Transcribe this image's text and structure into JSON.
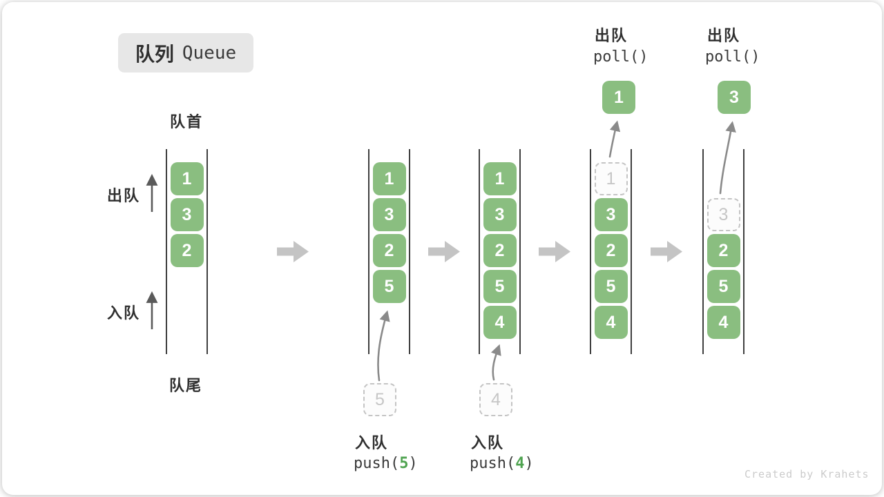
{
  "title": {
    "zh": "队列",
    "en": "Queue"
  },
  "side_labels": {
    "front": "队首",
    "rear": "队尾",
    "dequeue": "出队",
    "enqueue": "入队"
  },
  "queues": [
    {
      "name": "initial",
      "slots": [
        {
          "kind": "solid",
          "value": "1"
        },
        {
          "kind": "solid",
          "value": "3"
        },
        {
          "kind": "solid",
          "value": "2"
        }
      ]
    },
    {
      "name": "after-push-5",
      "slots": [
        {
          "kind": "solid",
          "value": "1"
        },
        {
          "kind": "solid",
          "value": "3"
        },
        {
          "kind": "solid",
          "value": "2"
        },
        {
          "kind": "solid",
          "value": "5"
        }
      ]
    },
    {
      "name": "after-push-4",
      "slots": [
        {
          "kind": "solid",
          "value": "1"
        },
        {
          "kind": "solid",
          "value": "3"
        },
        {
          "kind": "solid",
          "value": "2"
        },
        {
          "kind": "solid",
          "value": "5"
        },
        {
          "kind": "solid",
          "value": "4"
        }
      ]
    },
    {
      "name": "after-poll-1",
      "slots": [
        {
          "kind": "ghost",
          "value": "1"
        },
        {
          "kind": "solid",
          "value": "3"
        },
        {
          "kind": "solid",
          "value": "2"
        },
        {
          "kind": "solid",
          "value": "5"
        },
        {
          "kind": "solid",
          "value": "4"
        }
      ]
    },
    {
      "name": "after-poll-3",
      "slots": [
        {
          "kind": "empty",
          "value": ""
        },
        {
          "kind": "ghost",
          "value": "3"
        },
        {
          "kind": "solid",
          "value": "2"
        },
        {
          "kind": "solid",
          "value": "5"
        },
        {
          "kind": "solid",
          "value": "4"
        }
      ]
    }
  ],
  "push_annotations": [
    {
      "action": "入队",
      "code_prefix": "push(",
      "arg": "5",
      "code_suffix": ")",
      "ghost_value": "5"
    },
    {
      "action": "入队",
      "code_prefix": "push(",
      "arg": "4",
      "code_suffix": ")",
      "ghost_value": "4"
    }
  ],
  "poll_annotations": [
    {
      "action": "出队",
      "code": "poll()",
      "value": "1"
    },
    {
      "action": "出队",
      "code": "poll()",
      "value": "3"
    }
  ],
  "watermark": "Created by Krahets",
  "colors": {
    "block_green": "#8ABE80",
    "code_arg_green": "#4FA350",
    "step_arrow_gray": "#C4C4C4",
    "ghost_gray": "#C6C6C6",
    "rail_dark": "#3F3F3F",
    "text_dark": "#2F2F2F",
    "badge_bg": "#E7E7E7",
    "watermark_gray": "#CBCBCB"
  }
}
